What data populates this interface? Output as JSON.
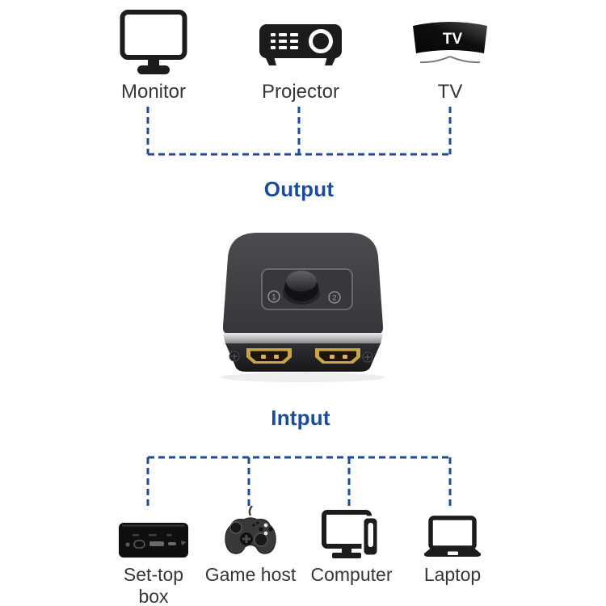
{
  "colors": {
    "accent_blue": "#1b4b9b",
    "label_gray": "#363636",
    "icon_black": "#1c1c1c",
    "hdmi_gold": "#c9a546",
    "silver_rim": "#c9c9ce",
    "switcher_body": "#3f3f43"
  },
  "output_section": {
    "title": "Output",
    "devices": [
      {
        "label": "Monitor",
        "icon": "monitor-icon"
      },
      {
        "label": "Projector",
        "icon": "projector-icon"
      },
      {
        "label": "TV",
        "icon": "tv-icon",
        "screen_text": "TV"
      }
    ]
  },
  "switcher": {
    "port_1_label": "1",
    "port_2_label": "2"
  },
  "input_section": {
    "title": "Intput",
    "devices": [
      {
        "label": "Set-top box",
        "icon": "set-top-box-icon"
      },
      {
        "label": "Game host",
        "icon": "gamepad-icon"
      },
      {
        "label": "Computer",
        "icon": "computer-icon"
      },
      {
        "label": "Laptop",
        "icon": "laptop-icon"
      }
    ]
  }
}
